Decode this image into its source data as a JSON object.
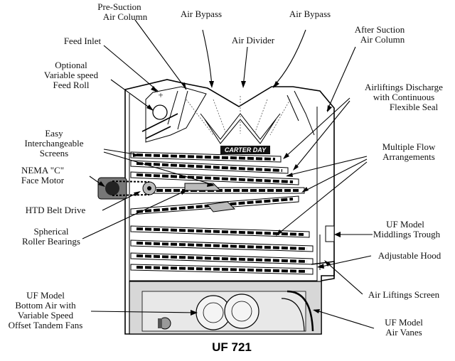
{
  "labels": {
    "pre_suction_line1": "Pre-Suction",
    "pre_suction_line2": "Air Column",
    "air_bypass_left": "Air Bypass",
    "air_bypass_right": "Air Bypass",
    "air_divider": "Air Divider",
    "after_suction_line1": "After Suction",
    "after_suction_line2": "Air Column",
    "feed_inlet": "Feed Inlet",
    "feed_roll_line1": "Optional",
    "feed_roll_line2": "Variable speed",
    "feed_roll_line3": "Feed Roll",
    "airliftings_line1": "Airliftings Discharge",
    "airliftings_line2": "with Continuous",
    "airliftings_line3": "Flexible Seal",
    "screens_line1": "Easy",
    "screens_line2": "Interchangeable",
    "screens_line3": "Screens",
    "multiflow_line1": "Multiple Flow",
    "multiflow_line2": "Arrangements",
    "motor_line1": "NEMA \"C\"",
    "motor_line2": "Face Motor",
    "belt_drive": "HTD Belt Drive",
    "bearings_line1": "Spherical",
    "bearings_line2": "Roller Bearings",
    "middlings_line1": "UF Model",
    "middlings_line2": "Middlings Trough",
    "adjustable_hood": "Adjustable Hood",
    "air_lift_screen": "Air Liftings Screen",
    "bottom_air_line1": "UF Model",
    "bottom_air_line2": "Bottom Air with",
    "bottom_air_line3": "Variable Speed",
    "bottom_air_line4": "Offset Tandem Fans",
    "air_vanes_line1": "UF Model",
    "air_vanes_line2": "Air Vanes",
    "brand_plate": "CARTER DAY",
    "plus_mark": "+"
  },
  "caption": "UF 721"
}
